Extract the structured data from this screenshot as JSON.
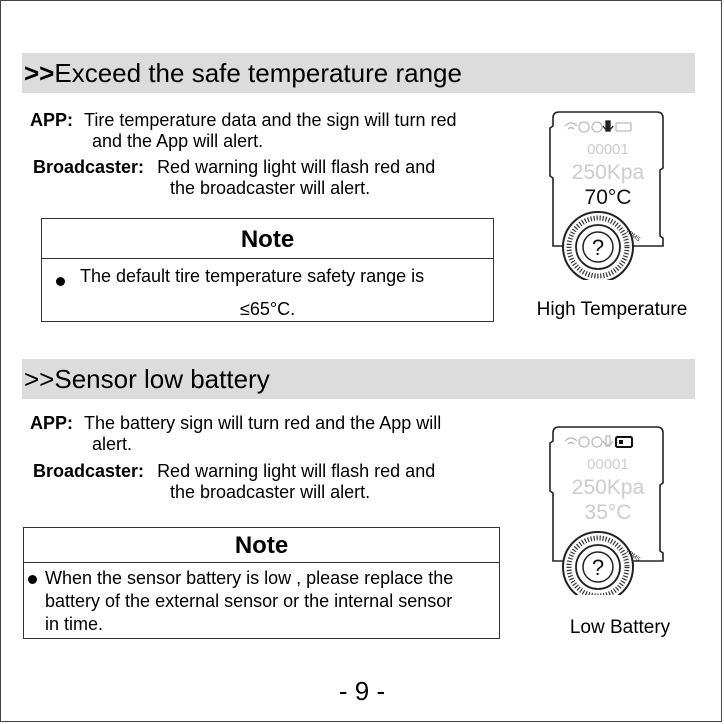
{
  "section1": {
    "heading_prefix": ">>",
    "heading": "Exceed  the safe temperature range",
    "app_label": "APP:",
    "app_line1": "Tire temperature data and the sign will turn red",
    "app_line2": "and the App will alert.",
    "broadcaster_label": "Broadcaster:",
    "broadcaster_line1": "Red warning light will flash red and",
    "broadcaster_line2": "the broadcaster will alert.",
    "note_title": "Note",
    "note_line1": "The default tire temperature safety range is",
    "note_line2": "≤65°C.",
    "device": {
      "id": "00001",
      "pressure": "250Kpa",
      "temperature": "70°C",
      "question": "?",
      "dial_text": "TPMS"
    },
    "caption": "High Temperature"
  },
  "section2": {
    "heading": ">>Sensor low battery",
    "app_label": "APP:",
    "app_line1": "The battery sign will turn red and the App will",
    "app_line2": "alert.",
    "broadcaster_label": "Broadcaster:",
    "broadcaster_line1": "Red warning light will flash red and",
    "broadcaster_line2": "the broadcaster will alert.",
    "note_title": "Note",
    "note_line1": "When the sensor battery is low , please replace the",
    "note_line2": "battery of the external sensor or the internal sensor",
    "note_line3": "in time.",
    "device": {
      "id": "00001",
      "pressure": "250Kpa",
      "temperature": "35°C",
      "question": "?",
      "dial_text": "TPMS"
    },
    "caption": "Low Battery"
  },
  "page_number": "- 9 -"
}
